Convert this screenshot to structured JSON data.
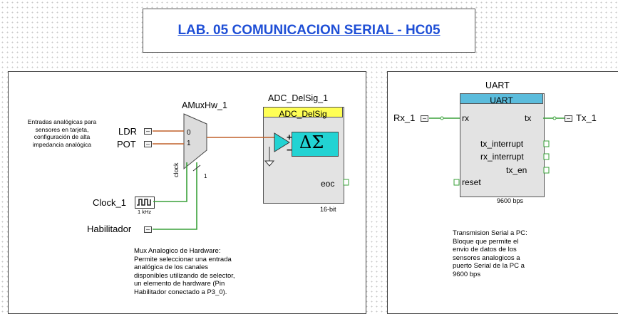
{
  "title": "LAB. 05 COMUNICACION SERIAL - HC05",
  "left_panel": {
    "inputs_note": [
      "Entradas analógicas para",
      "sensores en tarjeta,",
      "configuración de alta",
      "impedancia analógica"
    ],
    "pins": {
      "ldr": "LDR",
      "pot": "POT",
      "clock": "Clock_1",
      "clock_freq": "1 kHz",
      "enable": "Habilitador"
    },
    "mux": {
      "name": "AMuxHw_1",
      "input0": "0",
      "input1": "1",
      "select_label": "clock",
      "bus_width": "1"
    },
    "adc": {
      "name": "ADC_DelSig_1",
      "header": "ADC_DelSig",
      "symbol": "ΔΣ",
      "plus": "+",
      "minus": "−",
      "eoc": "eoc",
      "resolution": "16-bit"
    },
    "mux_note": [
      "Mux Analogico de Hardware:",
      "Permite seleccionar una entrada",
      "analógica de los canales",
      "disponibles utilizando de selector,",
      "un elemento de hardware (Pin",
      "Habilitador conectado a P3_0)."
    ]
  },
  "right_panel": {
    "uart": {
      "name": "UART",
      "header": "UART",
      "rx": "rx",
      "tx": "tx",
      "tx_interrupt": "tx_interrupt",
      "rx_interrupt": "rx_interrupt",
      "tx_en": "tx_en",
      "reset": "reset",
      "baud": "9600 bps"
    },
    "pins": {
      "rx": "Rx_1",
      "tx": "Tx_1"
    },
    "note": [
      "Transmision Serial a PC:",
      "Bloque que permite el",
      "envio de datos de los",
      "sensores analogicos a",
      "puerto Serial de la PC a",
      "9600 bps"
    ]
  },
  "colors": {
    "title": "#1f4fd6",
    "wire_analog": "#c0602a",
    "wire_digital": "#3aa13a",
    "adc_header": "#ffff55",
    "uart_header": "#5bbcdc",
    "delta_sigma": "#22d3d3",
    "mux_fill": "#dcdcdc",
    "block_fill": "#e3e3e3"
  }
}
